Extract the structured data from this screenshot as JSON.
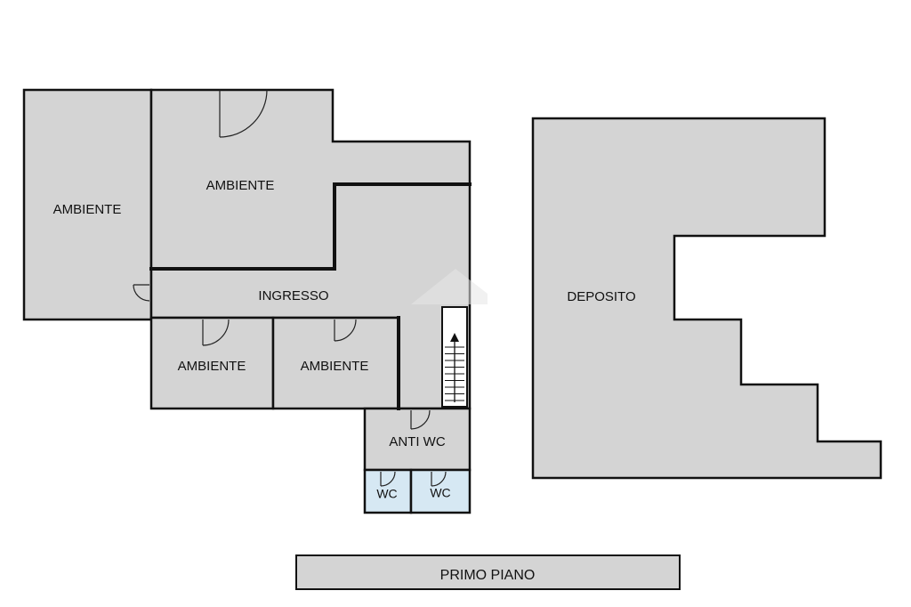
{
  "colors": {
    "room_fill": "#d4d4d4",
    "wc_fill": "#d6e8f3",
    "wall": "#111111",
    "watermark": "#e2e2e2"
  },
  "rooms": {
    "ambiente_left": "AMBIENTE",
    "ambiente_top": "AMBIENTE",
    "ingresso": "INGRESSO",
    "ambiente_bottom_left": "AMBIENTE",
    "ambiente_bottom_right": "AMBIENTE",
    "anti_wc": "ANTI WC",
    "wc_left": "WC",
    "wc_right": "WC",
    "deposito": "DEPOSITO"
  },
  "stair": {
    "icon": "up-arrow-icon"
  },
  "floor_label": "PRIMO PIANO"
}
